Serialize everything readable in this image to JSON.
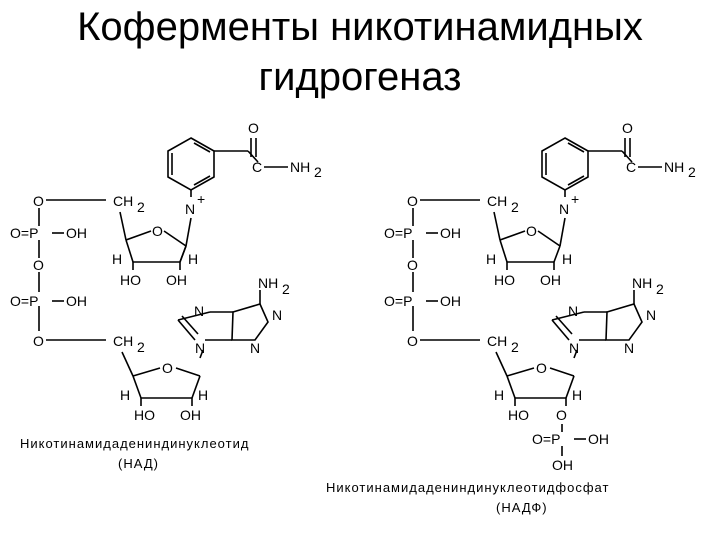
{
  "title": {
    "line1": "Коферменты никотинамидных",
    "line2": "гидрогеназ"
  },
  "atoms": {
    "O": "O",
    "C": "C",
    "N": "N",
    "H": "H",
    "NH": "NH",
    "sub2": "2",
    "CH": "CH",
    "plus": "+",
    "OEqP": "O=P",
    "OH": "OH",
    "HO": "HO"
  },
  "nad": {
    "name": "Никотинамидадениндинуклеотид",
    "abbr": "(НАД)"
  },
  "nadp": {
    "name": "Никотинамидадениндинуклеотидфосфат",
    "abbr": "(НАДФ)"
  }
}
